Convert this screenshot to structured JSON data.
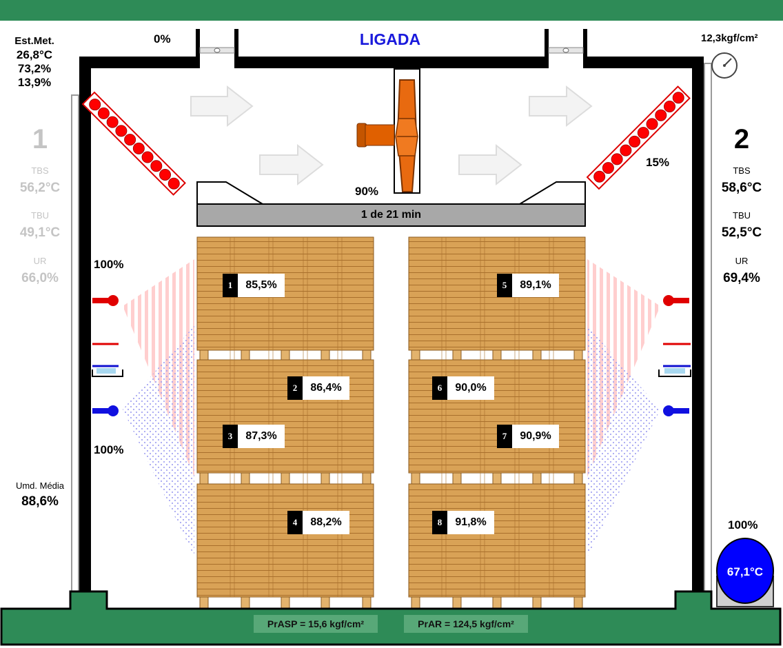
{
  "header": {
    "status": "LIGADA",
    "top_vent_left_pct": "0%",
    "pressure_top": "12,3kgf/cm²"
  },
  "weather_station": {
    "title": "Est.Met.",
    "temperature": "26,8°C",
    "humidity": "73,2%",
    "third": "13,9%"
  },
  "side1": {
    "number": "1",
    "tbs_label": "TBS",
    "tbs_value": "56,2°C",
    "tbu_label": "TBU",
    "tbu_value": "49,1°C",
    "ur_label": "UR",
    "ur_value": "66,0%"
  },
  "side2": {
    "number": "2",
    "tbs_label": "TBS",
    "tbs_value": "58,6°C",
    "tbu_label": "TBU",
    "tbu_value": "52,5°C",
    "ur_label": "UR",
    "ur_value": "69,4%"
  },
  "heater_right_pct": "15%",
  "fan_speed_pct": "90%",
  "timer": "1 de 21 min",
  "left_valve_top_pct": "100%",
  "left_valve_bottom_pct": "100%",
  "avg_humidity": {
    "label": "Umd. Média",
    "value": "88,6%"
  },
  "boiler": {
    "pct": "100%",
    "temperature": "67,1°C"
  },
  "sensors": [
    {
      "num": "1",
      "value": "85,5%"
    },
    {
      "num": "2",
      "value": "86,4%"
    },
    {
      "num": "3",
      "value": "87,3%"
    },
    {
      "num": "4",
      "value": "88,2%"
    },
    {
      "num": "5",
      "value": "89,1%"
    },
    {
      "num": "6",
      "value": "90,0%"
    },
    {
      "num": "7",
      "value": "90,9%"
    },
    {
      "num": "8",
      "value": "91,8%"
    }
  ],
  "footer": {
    "pr_asp": "PrASP = 15,6 kgf/cm²",
    "pr_ar": "PrAR = 124,5 kgf/cm²"
  },
  "colors": {
    "green": "#2e8b57",
    "wood": "#d49a4a",
    "wall": "#000000",
    "heater_red": "#ff0000",
    "boiler_blue": "#0000ff",
    "status_blue": "#1a1adc"
  }
}
